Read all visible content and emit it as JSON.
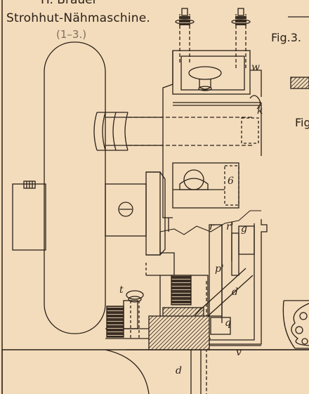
{
  "header": {
    "author_line": "H. Brauer",
    "title": "Strohhut-Nähmaschine.",
    "subtitle": "(1–3.)"
  },
  "figures": {
    "fig3": "Fig.3.",
    "fig_partial": "Fig"
  },
  "labels": {
    "w": "w",
    "k": "k",
    "b": "6",
    "r1": "r",
    "r2": "r'",
    "g": "g",
    "p": "p'",
    "t": "t",
    "d1": "d",
    "q": "q",
    "v": "v",
    "d2": "d"
  },
  "colors": {
    "paper": "#f3dcbc",
    "ink": "#2b2118"
  }
}
